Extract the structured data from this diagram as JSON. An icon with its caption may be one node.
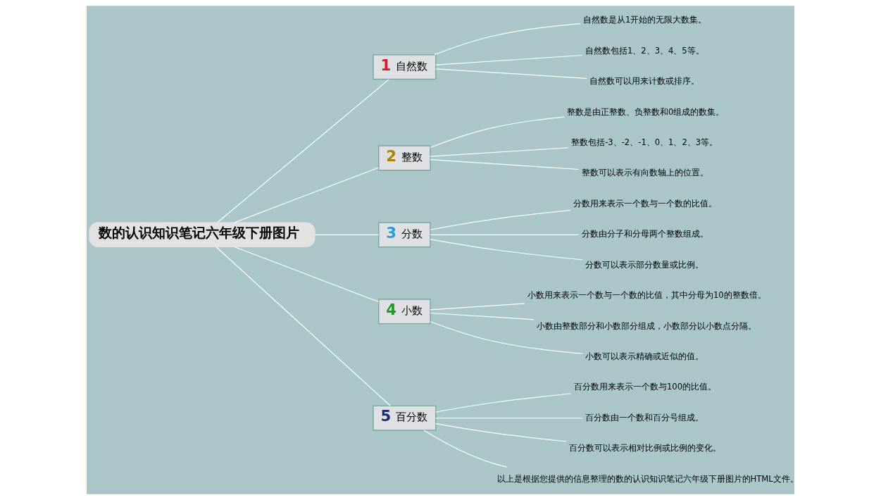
{
  "diagram": {
    "nodes": [
      {
        "text": [
          "数的认识知识笔记六年级下册图片"
        ]
      },
      {
        "text": [
          "1",
          "自然数"
        ]
      },
      {
        "text": [
          "自然数是从1开始的无限大数集。"
        ]
      },
      {
        "text": [
          "自然数包括1、2、3、4、5等。"
        ]
      },
      {
        "text": [
          "自然数可以用来计数或排序。"
        ]
      },
      {
        "text": [
          "2",
          "整数"
        ]
      },
      {
        "text": [
          "整数是由正整数、负整数和0组成的数集。"
        ]
      },
      {
        "text": [
          "整数包括-3、-2、-1、0、1、2、3等。"
        ]
      },
      {
        "text": [
          "整数可以表示有向数轴上的位置。"
        ]
      },
      {
        "text": [
          "3",
          "分数"
        ]
      },
      {
        "text": [
          "分数用来表示一个数与一个数的比值。"
        ]
      },
      {
        "text": [
          "分数由分子和分母两个整数组成。"
        ]
      },
      {
        "text": [
          "分数可以表示部分数量或比例。"
        ]
      },
      {
        "text": [
          "4",
          "小数"
        ]
      },
      {
        "text": [
          "小数用来表示一个数与一个数的比值，其中分母为10的整数倍。"
        ]
      },
      {
        "text": [
          "小数由整数部分和小数部分组成，小数部分以小数点分隔。"
        ]
      },
      {
        "text": [
          "小数可以表示精确或近似的值。"
        ]
      },
      {
        "text": [
          "5",
          "百分数"
        ]
      },
      {
        "text": [
          "百分数用来表示一个数与100的比值。"
        ]
      },
      {
        "text": [
          "百分数由一个数和百分号组成。"
        ]
      },
      {
        "text": [
          "百分数可以表示相对比例或比例的变化。"
        ]
      },
      {
        "text": [
          "以上是根据您提供的信息整理的数的认识知识笔记六年级下册图片的HTML文件。"
        ]
      }
    ],
    "edges": [
      {
        "from": 0,
        "to": 1,
        "arrow": "none"
      },
      {
        "from": 1,
        "to": 2,
        "arrow": "none"
      },
      {
        "from": 1,
        "to": 3,
        "arrow": "none"
      },
      {
        "from": 1,
        "to": 4,
        "arrow": "none"
      },
      {
        "from": 0,
        "to": 5,
        "arrow": "none"
      },
      {
        "from": 5,
        "to": 6,
        "arrow": "none"
      },
      {
        "from": 5,
        "to": 7,
        "arrow": "none"
      },
      {
        "from": 5,
        "to": 8,
        "arrow": "none"
      },
      {
        "from": 0,
        "to": 9,
        "arrow": "none"
      },
      {
        "from": 9,
        "to": 10,
        "arrow": "none"
      },
      {
        "from": 9,
        "to": 11,
        "arrow": "none"
      },
      {
        "from": 9,
        "to": 12,
        "arrow": "none"
      },
      {
        "from": 0,
        "to": 13,
        "arrow": "none"
      },
      {
        "from": 13,
        "to": 14,
        "arrow": "none"
      },
      {
        "from": 13,
        "to": 15,
        "arrow": "none"
      },
      {
        "from": 13,
        "to": 16,
        "arrow": "none"
      },
      {
        "from": 0,
        "to": 17,
        "arrow": "none"
      },
      {
        "from": 17,
        "to": 18,
        "arrow": "none"
      },
      {
        "from": 17,
        "to": 19,
        "arrow": "none"
      },
      {
        "from": 17,
        "to": 20,
        "arrow": "none"
      },
      {
        "from": 17,
        "to": 21,
        "arrow": "none"
      }
    ]
  }
}
